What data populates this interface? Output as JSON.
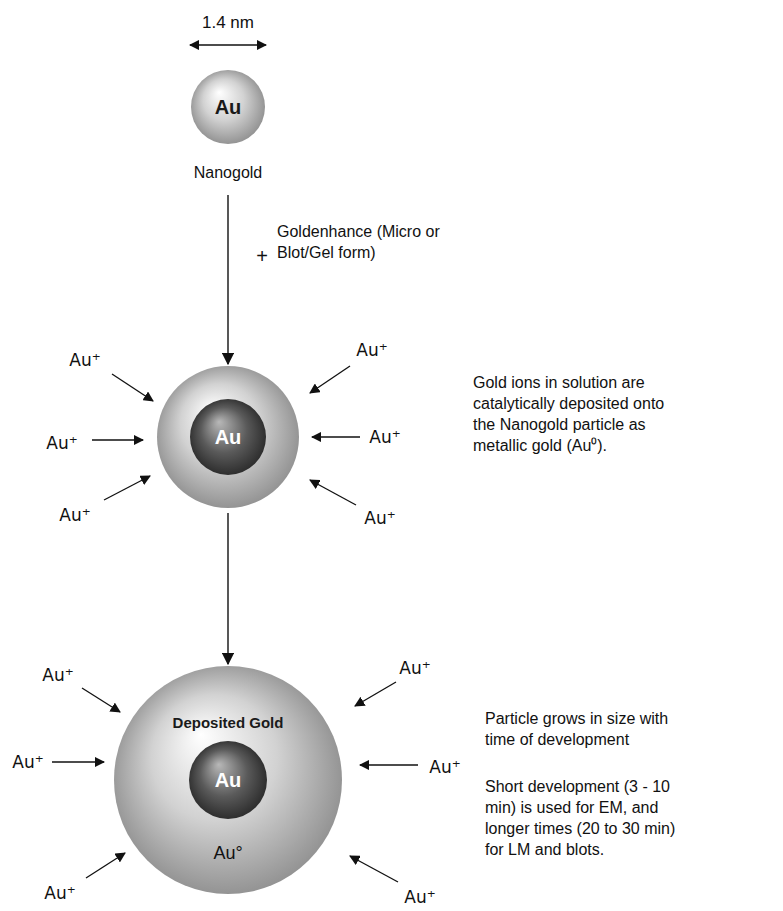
{
  "diagram": {
    "nodes": [
      {
        "text": [
          "Au",
          "Nanogold"
        ]
      },
      {
        "text": [
          "Au"
        ]
      },
      {
        "text": [
          "Deposited Gold",
          "Au°"
        ]
      },
      {
        "text": [
          "Au"
        ],
        "in": 2
      }
    ],
    "edges": [
      {
        "from": 0,
        "to": 1,
        "arrow": "to"
      },
      {
        "from": 1,
        "to": 2,
        "arrow": "to"
      }
    ],
    "labels": [
      "1.4 nm",
      "+",
      "Goldenhance (Micro or Blot/Gel form)",
      "Au⁺",
      "Au⁺",
      "Au⁺",
      "Au⁺",
      "Au⁺",
      "Au⁺",
      "Gold ions in solution are catalytically deposited onto the Nanogold particle as metallic gold (Au⁰).",
      "Au⁺",
      "Au⁺",
      "Au⁺",
      "Au⁺",
      "Au⁺",
      "Au⁺",
      "Particle grows in size with time of development",
      "Short development (3 - 10 min) is used for EM, and longer times (20 to 30 min) for LM and blots."
    ]
  }
}
